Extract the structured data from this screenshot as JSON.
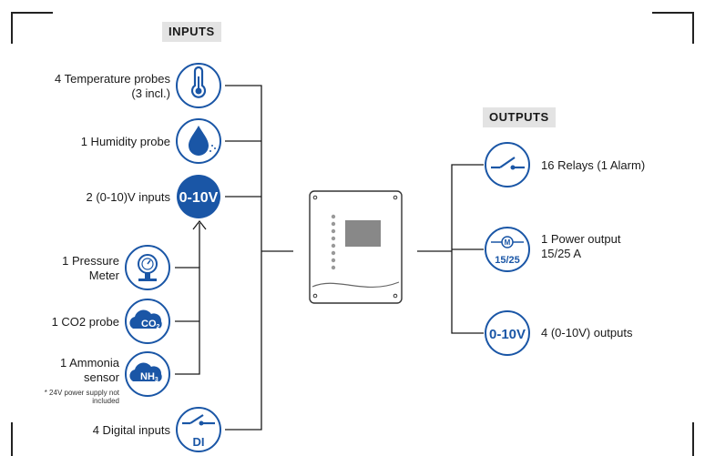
{
  "inputs": {
    "header": "INPUTS",
    "temperature": {
      "line1": "4 Temperature probes",
      "line2": "(3 incl.)"
    },
    "humidity": "1 Humidity probe",
    "analog_in": "2 (0-10)V inputs",
    "pressure": {
      "line1": "1 Pressure",
      "line2": "Meter"
    },
    "co2": "1 CO2 probe",
    "ammonia": {
      "line1": "1 Ammonia",
      "line2": "sensor"
    },
    "ammonia_note": {
      "line1": "* 24V power supply not",
      "line2": "included"
    },
    "digital": "4 Digital inputs"
  },
  "outputs": {
    "header": "OUTPUTS",
    "relays": "16 Relays (1 Alarm)",
    "power": {
      "line1": "1 Power output",
      "line2": "15/25 A"
    },
    "analog_out": "4 (0-10V) outputs"
  },
  "icons": {
    "temperature": "thermometer-icon",
    "humidity": "water-drop-icon",
    "analog_in": "0-10v-icon",
    "pressure": "pressure-gauge-icon",
    "co2": "co2-cloud-icon",
    "ammonia": "nh3-cloud-icon",
    "digital": "digital-input-switch-icon",
    "relays": "relay-switch-icon",
    "power": "motor-icon",
    "analog_out": "0-10v-icon"
  },
  "icon_text": {
    "v010": "0-10V",
    "co2": "CO",
    "co2_sub": "2",
    "nh3": "NH",
    "nh3_sub": "3",
    "di": "DI",
    "motor_m": "M",
    "motor_rating": "15/25"
  },
  "colors": {
    "brand_blue": "#1a56a6",
    "line": "#1a1a1a",
    "header_bg": "#e3e3e3"
  }
}
